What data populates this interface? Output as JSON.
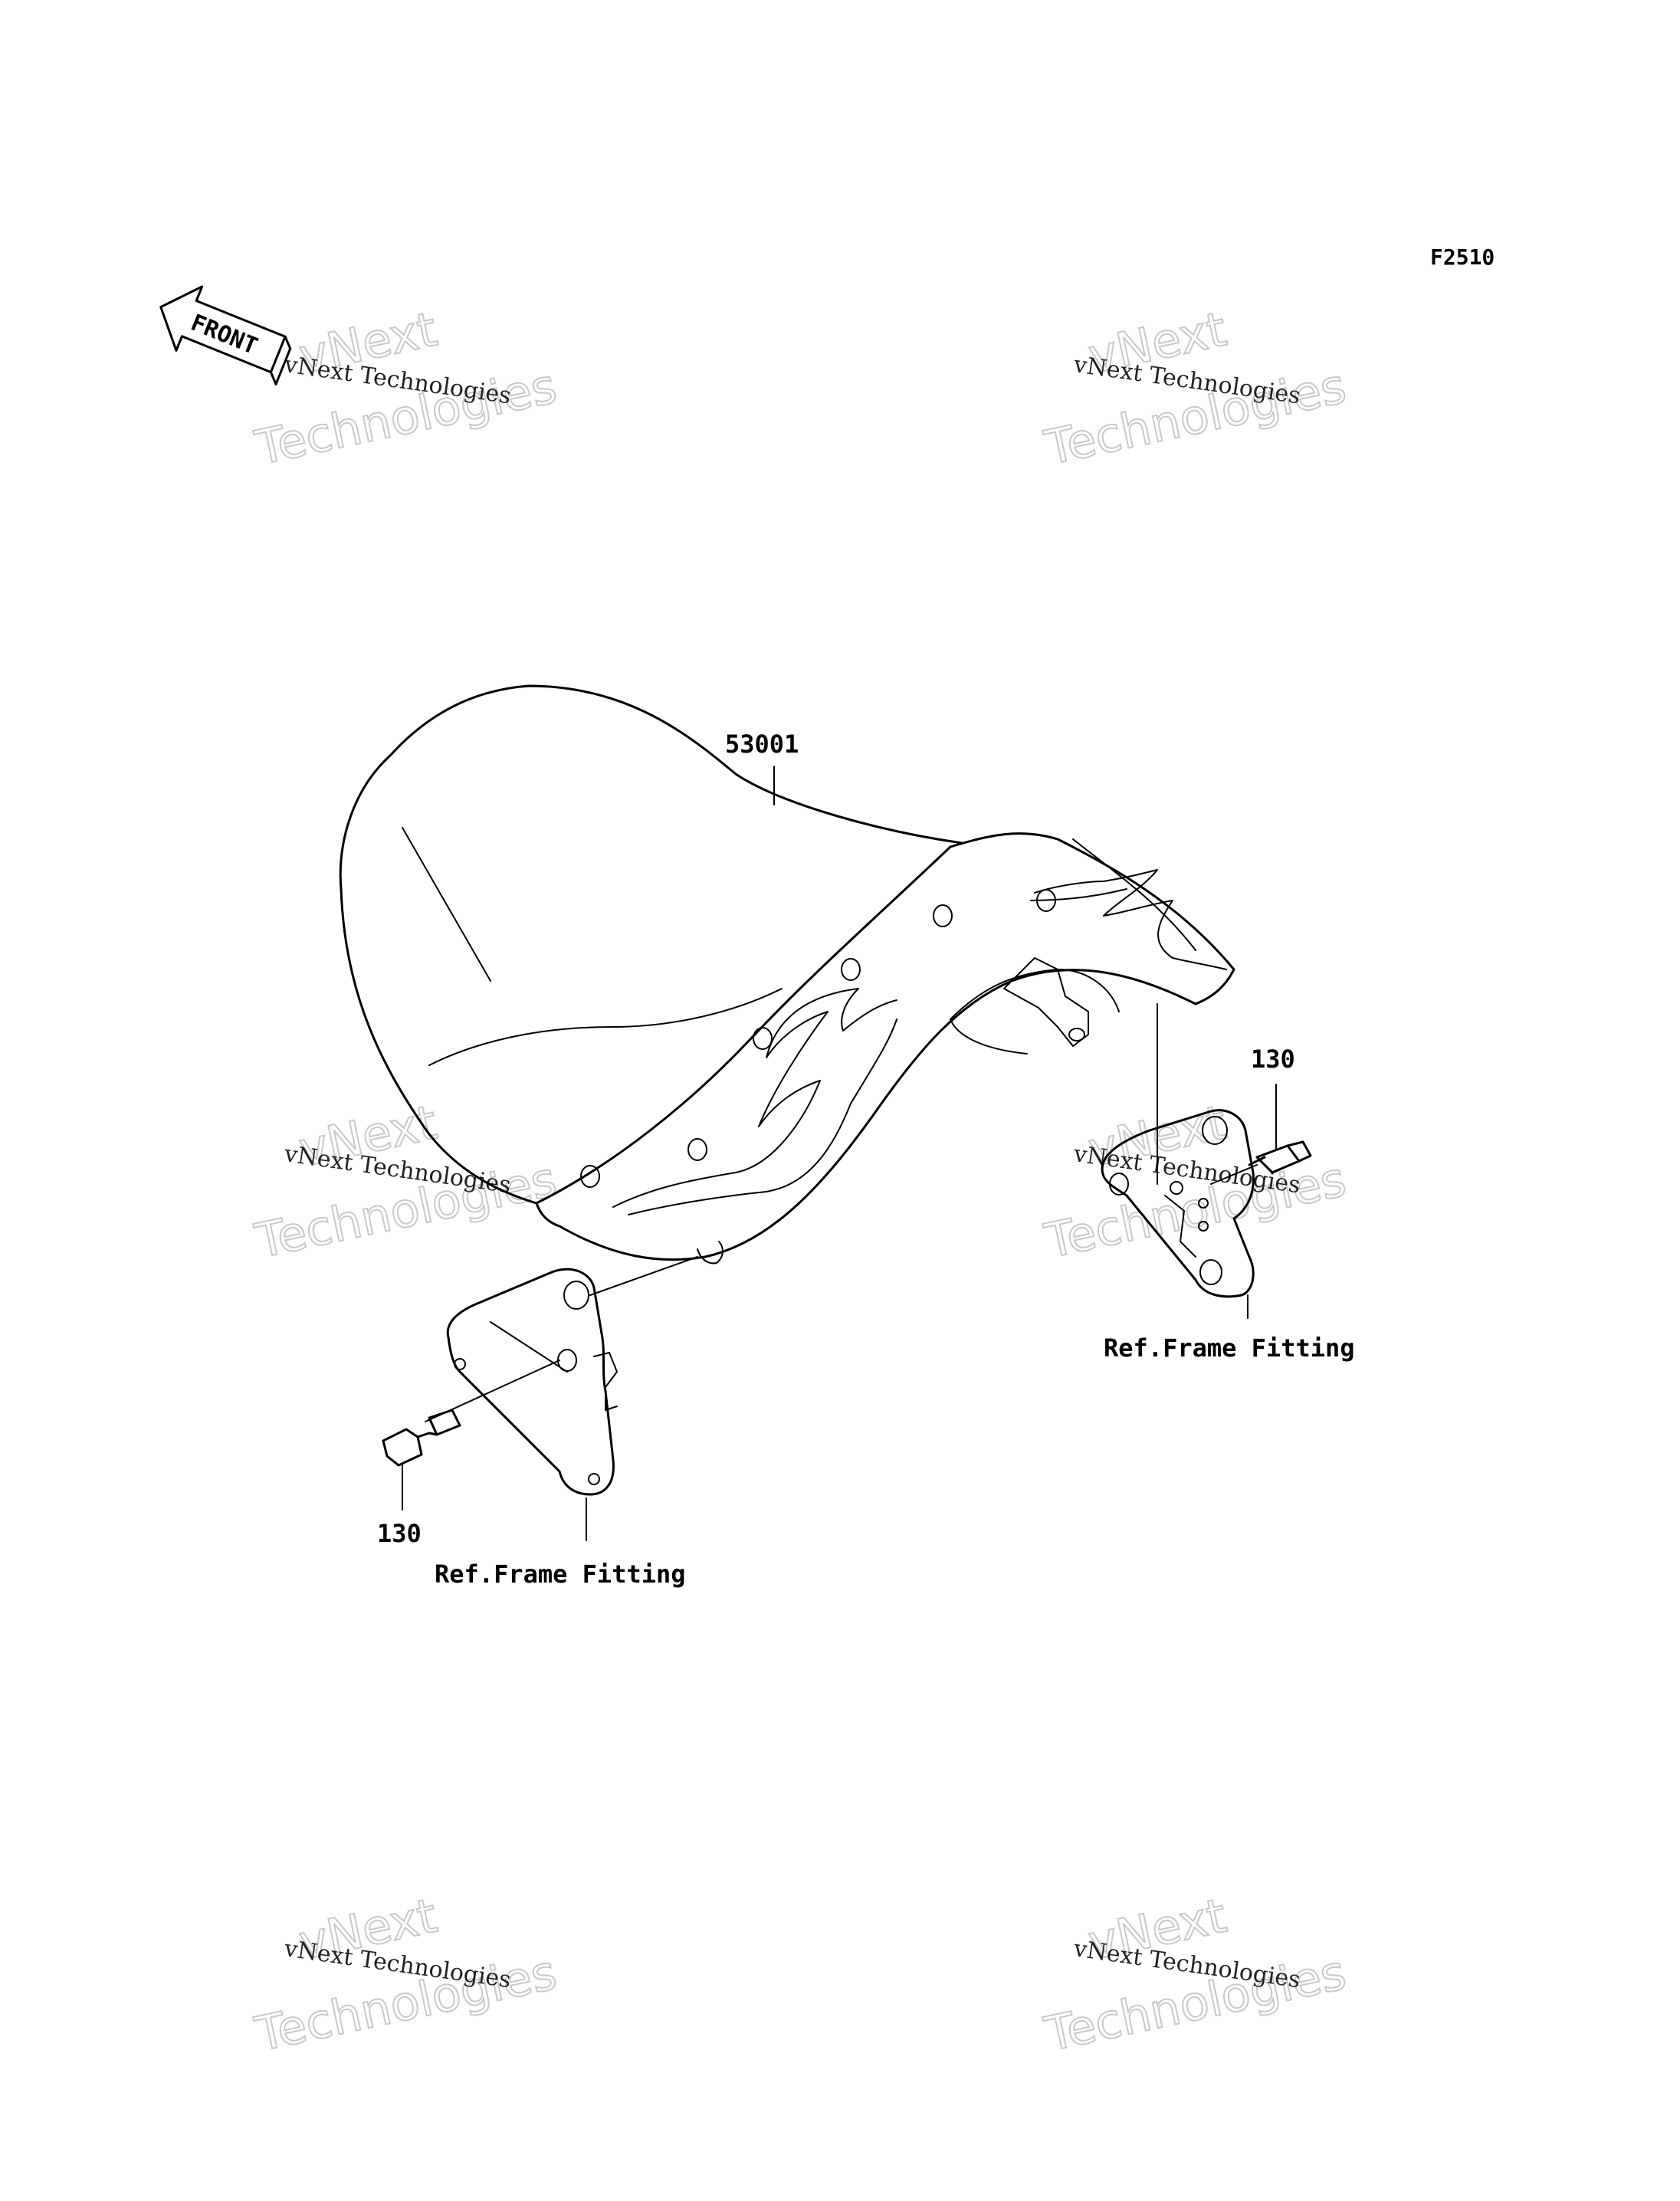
{
  "diagram": {
    "figure_code": "F2510",
    "front_arrow_label": "FRONT",
    "callouts": {
      "seat": "53001",
      "bolt_right": "130",
      "bolt_left": "130",
      "ref_right": "Ref.Frame Fitting",
      "ref_left": "Ref.Frame Fitting"
    },
    "watermark": {
      "line1": "vNext Technologies",
      "big_word1": "vNext",
      "big_word2": "Technologies"
    }
  }
}
